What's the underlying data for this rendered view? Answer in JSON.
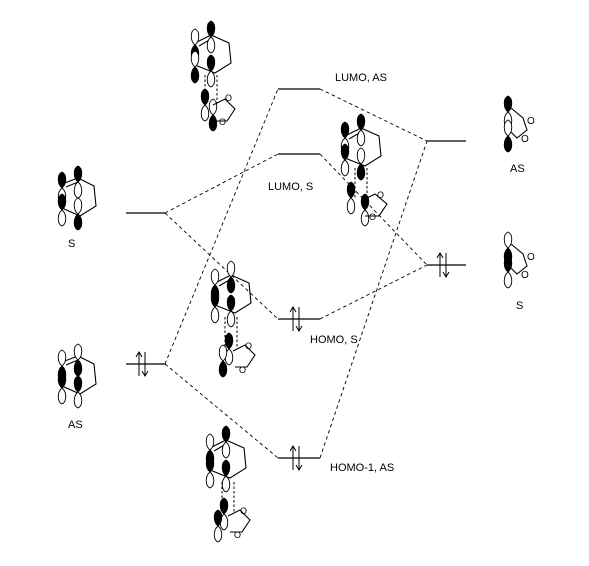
{
  "left": {
    "upper_symmetry": "S",
    "lower_symmetry": "AS"
  },
  "right": {
    "upper_symmetry": "AS",
    "lower_symmetry": "S"
  },
  "middle": {
    "lumo_as": "LUMO, AS",
    "lumo_s": "LUMO, S",
    "homo_s": "HOMO, S",
    "homo1_as": "HOMO-1, AS"
  }
}
